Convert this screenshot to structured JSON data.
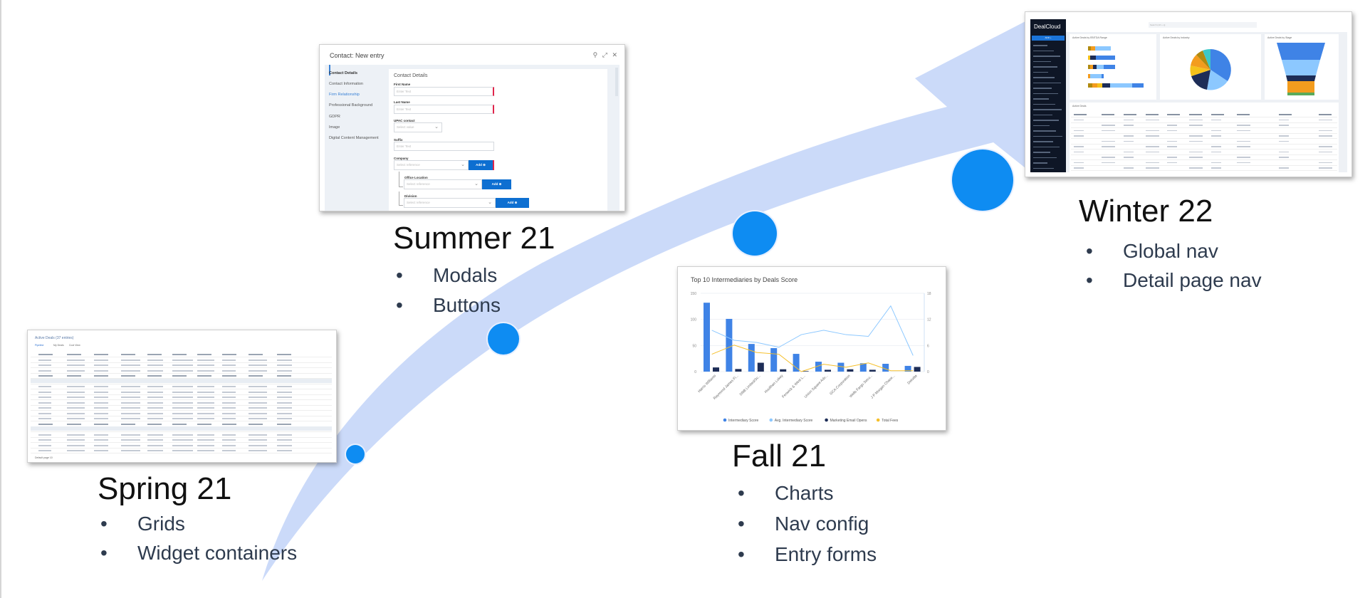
{
  "milestones": [
    {
      "title": "Spring 21",
      "bullets": [
        "Grids",
        "Widget containers"
      ]
    },
    {
      "title": "Summer 21",
      "bullets": [
        "Modals",
        "Buttons"
      ]
    },
    {
      "title": "Fall 21",
      "bullets": [
        "Charts",
        "Nav config",
        "Entry forms"
      ]
    },
    {
      "title": "Winter 22",
      "bullets": [
        "Global nav",
        "Detail page nav"
      ]
    }
  ],
  "bullet_glyph": "•",
  "colors": {
    "arrow": "#cbdaf9",
    "dot": "#0e8cf2"
  },
  "spring_grid": {
    "title": "Active Deals (37 entries)",
    "tabs": [
      "Pipeline",
      "My Deals",
      "Cool View"
    ],
    "footer": "Default page 10"
  },
  "modal": {
    "title": "Contact: New entry",
    "icons": "⚲ ⤢ ✕",
    "nav": [
      "Contact Details",
      "Contact Information",
      "Firm Relationship",
      "Professional Background",
      "GDPR",
      "Image",
      "Digital Content Management"
    ],
    "section": "Contact Details",
    "fields": {
      "first_name": {
        "label": "First Name",
        "placeholder": "Enter Text"
      },
      "last_name": {
        "label": "Last Name",
        "placeholder": "Enter Text"
      },
      "upac": {
        "label": "UPAC contact",
        "placeholder": "Select value"
      },
      "suffix": {
        "label": "Suffix",
        "placeholder": "Enter Text"
      },
      "company": {
        "label": "Company",
        "placeholder": "Select reference"
      },
      "office": {
        "label": "Office Location",
        "placeholder": "Select reference"
      },
      "division": {
        "label": "Division",
        "placeholder": "Select reference"
      }
    },
    "add_label": "Add ⊕"
  },
  "chart_data": {
    "type": "bar",
    "title": "Top 10 Intermediaries by Deals Score",
    "categories": [
      "Harris Williams",
      "Raymond James Fi...",
      "DNB Limited/Sc...",
      "Houlihan Lokey",
      "Fenwick & West L...",
      "Union Square Adv...",
      "GCA Corporation",
      "Wells Fargo Secu...",
      "J P Morgan Chase...",
      "Deloitte"
    ],
    "ylim": [
      0,
      150
    ],
    "y2lim": [
      0,
      18
    ],
    "yticks": [
      "0",
      "50",
      "100",
      "150"
    ],
    "y2ticks": [
      "0",
      "6",
      "12",
      "18"
    ],
    "series": [
      {
        "name": "Intermediary Score",
        "type": "bar",
        "axis": "left",
        "color": "#3f83e6",
        "values": [
          132,
          101,
          53,
          45,
          34,
          19,
          17,
          16,
          15,
          11
        ]
      },
      {
        "name": "Avg. Intermediary Score",
        "type": "line",
        "axis": "right",
        "color": "#8cc8ff",
        "values": [
          9.5,
          7.2,
          6.7,
          5.6,
          8.5,
          9.5,
          8.5,
          8.1,
          15.1,
          3.7
        ]
      },
      {
        "name": "Marketing Email Opens",
        "type": "bar",
        "axis": "left",
        "color": "#1d2d57",
        "values": [
          8,
          5,
          17,
          4.5,
          1,
          3.5,
          4.5,
          3.5,
          0,
          9
        ]
      },
      {
        "name": "Total Fees",
        "type": "line",
        "axis": "right",
        "color": "#f5bf2a",
        "values": [
          4,
          6.1,
          4.4,
          4,
          0,
          1.7,
          1,
          2,
          0.2,
          0.2
        ]
      }
    ],
    "legend": "bottom"
  },
  "winter": {
    "logo": "DealCloud",
    "add": "ADD +",
    "search": "Search (ctrl + q)",
    "cards": [
      "Active Deals by EBITDA Range",
      "Active Deals by Industry",
      "Active Deals by Stage"
    ],
    "table_title": "Active Deals"
  }
}
